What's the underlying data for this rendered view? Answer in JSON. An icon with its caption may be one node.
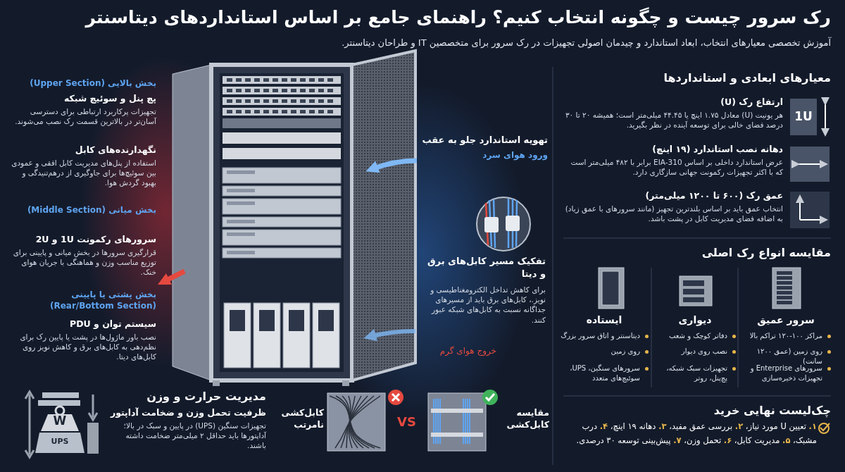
{
  "diagram": {
    "title": "رک سرور چیست و چگونه انتخاب کنیم؟ راهنمای جامع بر اساس استانداردهای دیتاسنتر",
    "labels": [
      "آموزش تخصصی معیارهای انتخاب، ابعاد استاندارد و چیدمان اصولی تجهیزات در رک سرور برای متخصصین IT و طراحان دیتاسنتر.",
      "بخش بالایی (Upper Section)",
      "پچ پنل و سوئیچ شبکه",
      "تجهیزات پرکاربرد ارتباطی برای دسترسی آسان‌تر در بالاترین قسمت رک نصب می‌شوند.",
      "نگهدارنده‌های کابل",
      "استفاده از پنل‌های مدیریت کابل افقی و عمودی بین سوئیچ‌ها برای جاوگیری از درهم‌تنیدگی و بهبود گردش هوا.",
      "بخش میانی (Middle Section)",
      "سرورهای رکمونت 1U و 2U",
      "قرارگیری سرورها در بخش میانی و پایینی برای توزیع مناسب وزن و هماهنگی با جریان هوای خنک.",
      "بخش پشتی یا پایینی (Rear/Bottom Section)",
      "سیستم توان و PDU",
      "نصب باور ماژول‌ها در پشت یا پایین رک برای نظم‌دهی به کابل‌های برق و کاهش نویز روی کابل‌های دیتا.",
      "تهویه استاندارد جلو به عقب",
      "ورود هوای سرد",
      "تفکیک مسیر کابل‌های برق و دیتا",
      "برای کاهش تداخل الکترومغناطیسی و نویز.، کابل‌های برق باید از مسیرهای جداگانه نسبت به کابل‌های شبکه عبور کنند.",
      "خروج هوای گرم",
      "مدیریت حرارت و وزن",
      "ظرفیت تحمل وزن و ضخامت آداپتور",
      "تجهیزات سنگین (UPS) در پایین و سبک در بالا؛ آداپتورها باید حداقل ۲ میلی‌متر ضخامت داشته باشند.",
      "W",
      "UPS",
      "کابل‌کشی نامرتب",
      "VS",
      "مقایسه کابل‌کشی",
      "معیارهای ابعادی و استانداردها",
      "ارتفاع رک (U)",
      "هر یونیت (U) معادل ۱.۷۵ اینچ یا ۴۴.۴۵ میلی‌متر است؛ همیشه ۲۰ تا ۳۰ درصد فضای خالی برای توسعه آینده در نظر بگیرید.",
      "1U",
      "دهانه نصب استاندارد (۱۹ اینچ)",
      "عرض استاندارد داخلی بر اساس EIA-310 برابر با ۴۸۲ میلی‌متر است که با اکثر تجهیزات رکمونت جهانی سازگاری دارد.",
      "عمق رک (۶۰۰ تا ۱۲۰۰ میلی‌متر)",
      "انتخاب عمق باید بر اساس بلندترین تجهیز (مانند سرورهای با عمق زیاد) به اضافه فضای مدیریت کابل در پشت باشد.",
      "مقایسه انواع رک اصلی",
      "سرور عمیق",
      "مراکز ۱۰۰-۱۲۰ تراکم بالا",
      "روی زمین (عمق ۱۲۰۰ سانت)",
      "سرورهای Enterprise و تجهیزات ذخیره‌سازی",
      "دیواری",
      "دفاتر کوچک و شعب",
      "نصب روی دیوار",
      "تجهیزات سبک شبکه، پچ‌پنل، روتر",
      "ایستاده",
      "دیتاسنتر و اتاق سرور بزرگ",
      "روی زمین",
      "سرورهای سنگین، UPS، سوئیچ‌های متعدد",
      "چک‌لیست نهایی خرید",
      "**۱.** تعیین U مورد نیاز، **۲.** بررسی عمق مفید، **۳.** دهانه ۱۹ اینچ، **۴.** درب مشبک، **۵.** مدیریت کابل، **۶.** تحمل وزن، **۷.** پیش‌بینی توسعه ۳۰ درصدی."
    ]
  }
}
